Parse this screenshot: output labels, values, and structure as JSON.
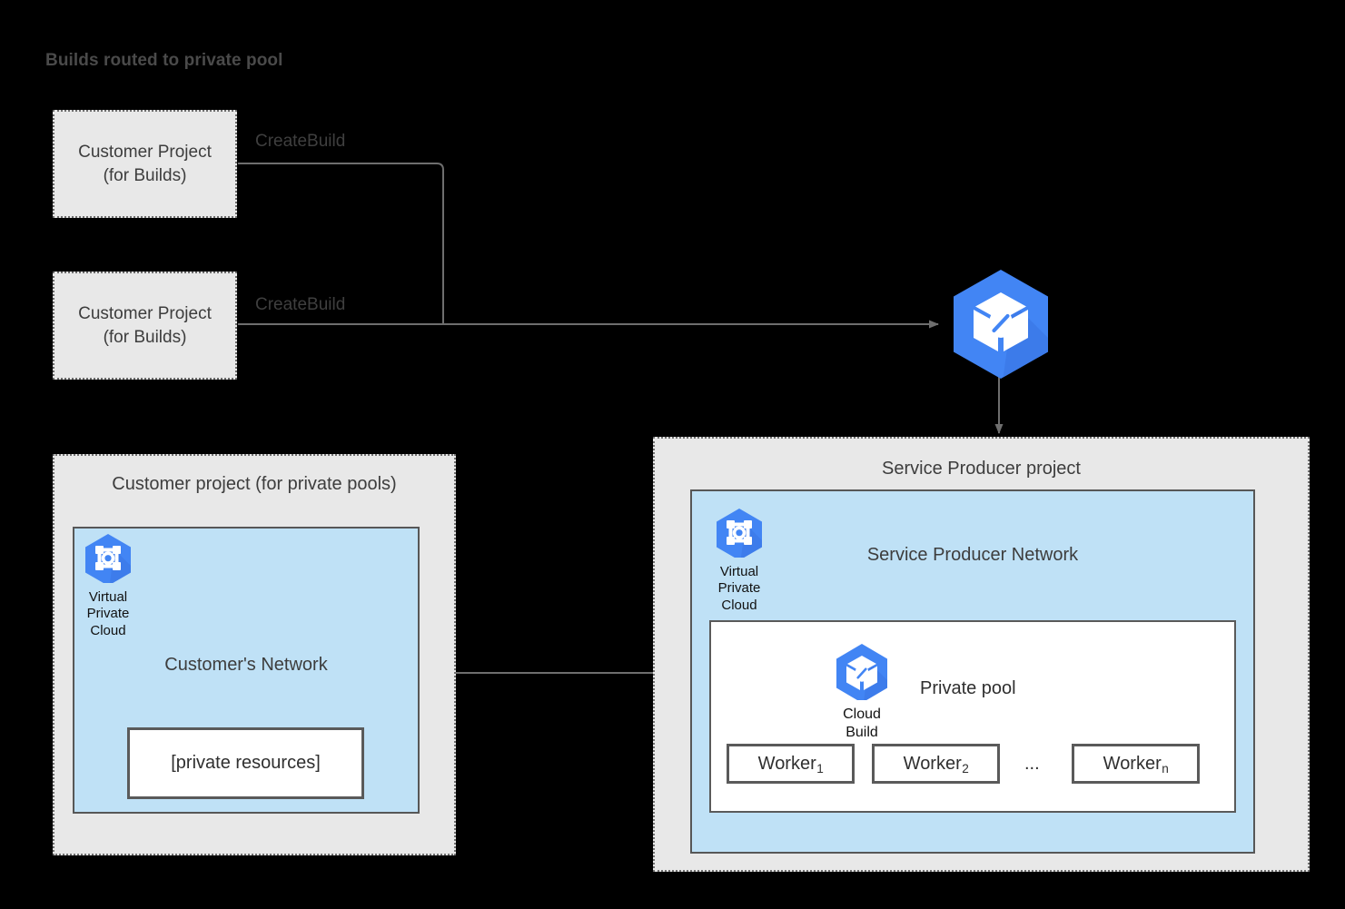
{
  "title": "Builds routed to private pool",
  "customer_build_projects": [
    {
      "line1": "Customer Project",
      "line2": "(for Builds)",
      "edge_label": "CreateBuild"
    },
    {
      "line1": "Customer Project",
      "line2": "(for Builds)",
      "edge_label": "CreateBuild"
    }
  ],
  "cloud_build_service": {
    "icon": "cloud-build-icon"
  },
  "customer_project": {
    "title": "Customer project (for private pools)",
    "network": {
      "title": "Customer's Network",
      "vpc": {
        "icon": "virtual-private-cloud-icon",
        "caption_line1": "Virtual",
        "caption_line2": "Private",
        "caption_line3": "Cloud"
      },
      "resources_box": "[private resources]"
    }
  },
  "service_producer_project": {
    "title": "Service Producer project",
    "network": {
      "title": "Service Producer Network",
      "vpc": {
        "icon": "virtual-private-cloud-icon",
        "caption_line1": "Virtual",
        "caption_line2": "Private",
        "caption_line3": "Cloud"
      },
      "private_pool": {
        "title": "Private pool",
        "cloud_build": {
          "icon": "cloud-build-icon",
          "caption_line1": "Cloud",
          "caption_line2": "Build"
        },
        "workers": [
          {
            "name": "Worker",
            "subscript": "1"
          },
          {
            "name": "Worker",
            "subscript": "2"
          },
          {
            "name": "Worker",
            "subscript": "n"
          }
        ],
        "ellipsis": "..."
      }
    }
  },
  "colors": {
    "background": "#000000",
    "container_fill": "#e8e8e8",
    "network_fill": "#bfe1f6",
    "border_gray": "#5a5a5a",
    "line_gray": "#6e6e6e",
    "gcp_blue": "#4285f4",
    "gcp_blue_dark": "#3367d6",
    "text_dark": "#3d3d3d",
    "title_gray": "#4a4a4a"
  }
}
